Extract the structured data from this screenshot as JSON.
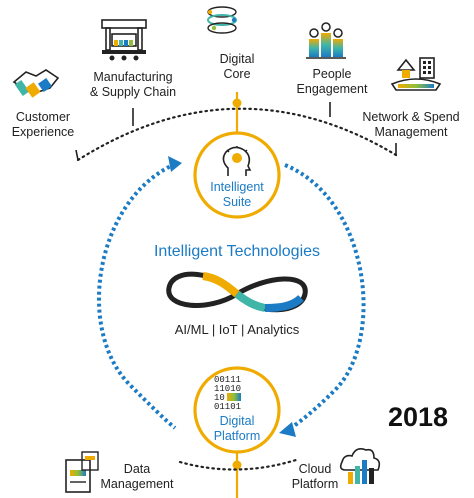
{
  "top_items": [
    {
      "label_lines": [
        "Customer",
        "Experience"
      ],
      "icon": "handshake-icon"
    },
    {
      "label_lines": [
        "Manufacturing",
        "& Supply Chain"
      ],
      "icon": "factory-icon"
    },
    {
      "label_lines": [
        "Digital",
        "Core"
      ],
      "icon": "digital-core-icon"
    },
    {
      "label_lines": [
        "People",
        "Engagement"
      ],
      "icon": "people-icon"
    },
    {
      "label_lines": [
        "Network & Spend",
        "Management"
      ],
      "icon": "network-spend-icon"
    }
  ],
  "intelligent_suite": {
    "lines": [
      "Intelligent",
      "Suite"
    ],
    "icon": "head-lightbulb-icon"
  },
  "center": {
    "title": "Intelligent Technologies",
    "subtitle": "AI/ML | IoT | Analytics",
    "icon": "infinity-icon"
  },
  "digital_platform": {
    "lines": [
      "Digital",
      "Platform"
    ],
    "icon": "binary-code-icon"
  },
  "bottom_items": [
    {
      "label_lines": [
        "Data",
        "Management"
      ],
      "icon": "data-management-icon"
    },
    {
      "label_lines": [
        "Cloud",
        "Platform"
      ],
      "icon": "cloud-platform-icon"
    }
  ],
  "year": "2018",
  "colors": {
    "orange": "#f0ab00",
    "blue": "#1b7bc4",
    "dark": "#222222",
    "teal": "#3fb6a8",
    "green": "#8fbf3b"
  }
}
